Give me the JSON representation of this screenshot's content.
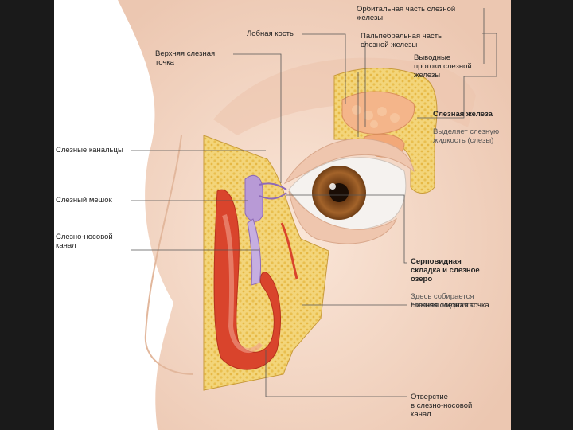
{
  "labels": {
    "orbital_part": "Орбитальная часть слезной\nжелезы",
    "frontal_bone": "Лобная кость",
    "palpebral_part": "Пальпебральная часть\nслезной железы",
    "excretory_ducts": "Выводные\nпротоки слезной\nжелезы",
    "upper_punctum": "Верхняя слезная\nточка",
    "lacrimal_gland_title": "Слезная железа",
    "lacrimal_gland_desc": "Выделяет слезную\nжидкость (слезы)",
    "canaliculi": "Слезные канальцы",
    "sac": "Слезный мешок",
    "nasolacrimal_duct": "Слезно-носовой\nканал",
    "plica_title": "Серповидная\nскладка и слезное\nозеро",
    "plica_desc": "Здесь собирается\nслезная жидкость",
    "lower_punctum": "Нижняя слезная точка",
    "opening": "Отверстие\nв слезно-носовой\nканал"
  },
  "colors": {
    "frame": "#1a1a1a",
    "background": "#ffffff",
    "skin": "#f3d9c8",
    "bone": "#f0d27a",
    "gland": "#f2b98a",
    "mucosa": "#d9442c",
    "iris": "#8a4a1c",
    "duct": "#b89ad6",
    "leader_line": "#555555"
  }
}
